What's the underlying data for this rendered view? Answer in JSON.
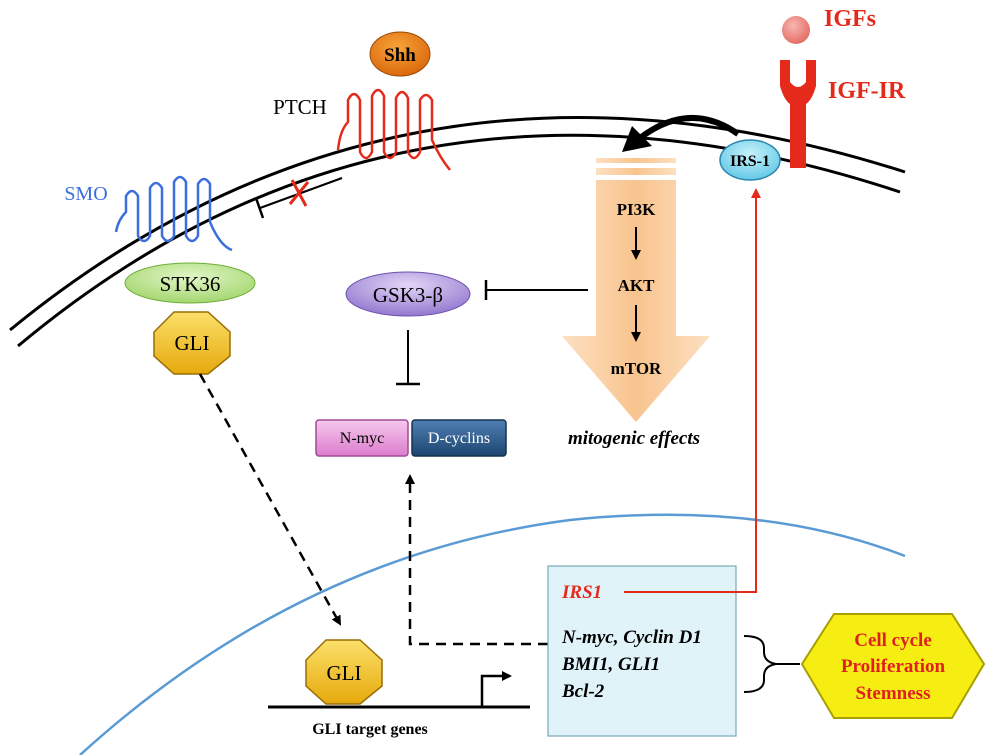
{
  "labels": {
    "shh": "Shh",
    "ptch": "PTCH",
    "smo": "SMO",
    "stk36": "STK36",
    "gli_cyto": "GLI",
    "gli_nuc": "GLI",
    "gli_target_genes": "GLI target genes",
    "igfs": "IGFs",
    "igf_ir": "IGF-IR",
    "irs1_protein": "IRS-1",
    "pi3k": "PI3K",
    "akt": "AKT",
    "mtor": "mTOR",
    "gsk3b": "GSK3-β",
    "nmyc": "N-myc",
    "dcyclins": "D-cyclins",
    "mitogenic": "mitogenic effects"
  },
  "gene_box": {
    "irs1_gene": "IRS1",
    "lines": [
      "N-myc, Cyclin D1",
      "BMI1, GLI1",
      "Bcl-2"
    ]
  },
  "outcome": {
    "lines": [
      "Cell cycle",
      "Proliferation",
      "Stemness"
    ]
  },
  "colors": {
    "shh": "#e07a10",
    "ptch": "#e52a1c",
    "smo": "#3a6fdc",
    "stk36": "#b6e08a",
    "gli": "#f2c21a",
    "igf": "#e52a1c",
    "irs1": "#7fd8ee",
    "pathway_arrow": "#f8c48e",
    "gsk3b": "#a98ed8",
    "nmyc": "#e89ad8",
    "dcyclins": "#2c5a8a",
    "genebox": "#dff3f8",
    "outcome_fill": "#f6ee12",
    "outcome_text": "#e02020",
    "nucleus_line": "#5b9bd5"
  }
}
